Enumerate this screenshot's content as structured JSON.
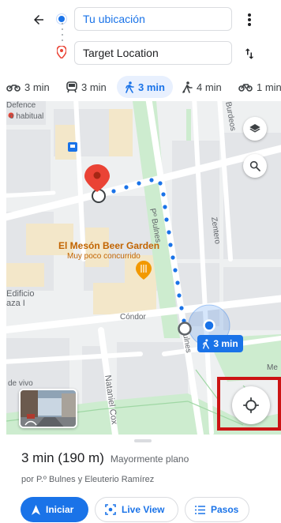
{
  "search": {
    "origin_value": "Tu ubicación",
    "destination_value": "Target Location"
  },
  "modes": [
    {
      "icon": "car-icon",
      "label": "3 min"
    },
    {
      "icon": "transit-icon",
      "label": "3 min"
    },
    {
      "icon": "walk-icon",
      "label": "3 min",
      "selected": true
    },
    {
      "icon": "ride-share-icon",
      "label": "4 min"
    },
    {
      "icon": "bike-icon",
      "label": "1 min"
    }
  ],
  "map": {
    "labels": {
      "defence": "Defence",
      "habitual": "o habitual",
      "bulnes": "Pº Bulnes",
      "burdeos": "Burdeos",
      "zentero": "Zentero",
      "condor": "Cóndor",
      "edificio": "Edificio",
      "plaza": "aza I",
      "nataniel": "Nataniel Cox",
      "vivo": "de vivo",
      "bulnes2": "ulnes",
      "merced": "Me"
    },
    "poi": {
      "name": "El Mesón Beer Garden",
      "subtitle": "Muy poco concurrido"
    },
    "walk_badge": "3 min"
  },
  "route_summary": {
    "duration": "3 min (190 m)",
    "terrain": "Mayormente plano",
    "via": "por P.º Bulnes y Eleuterio Ramírez"
  },
  "actions": {
    "start": "Iniciar",
    "live_view": "Live View",
    "steps": "Pasos"
  },
  "colors": {
    "accent": "#1a73e8",
    "destination_pin": "#ea4335",
    "highlight_box": "#cc1414"
  }
}
